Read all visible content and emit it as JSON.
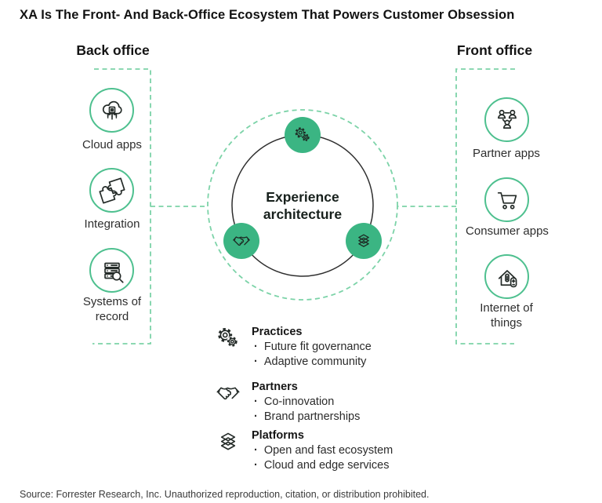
{
  "title": "XA Is The Front- And Back-Office Ecosystem That Powers Customer Obsession",
  "back_office": {
    "heading": "Back office",
    "items": [
      {
        "icon": "cloud-apps-icon",
        "label": "Cloud apps"
      },
      {
        "icon": "integration-icon",
        "label": "Integration"
      },
      {
        "icon": "systems-of-record-icon",
        "label": "Systems of record"
      }
    ]
  },
  "front_office": {
    "heading": "Front office",
    "items": [
      {
        "icon": "partner-apps-icon",
        "label": "Partner apps"
      },
      {
        "icon": "consumer-apps-icon",
        "label": "Consumer apps"
      },
      {
        "icon": "internet-of-things-icon",
        "label": "Internet of things"
      }
    ]
  },
  "hub": {
    "title_line1": "Experience",
    "title_line2": "architecture",
    "nodes": [
      {
        "icon": "gears-icon"
      },
      {
        "icon": "handshake-icon"
      },
      {
        "icon": "layers-icon"
      }
    ]
  },
  "legend": [
    {
      "icon": "gears-icon",
      "title": "Practices",
      "bullets": [
        "Future fit governance",
        "Adaptive community"
      ]
    },
    {
      "icon": "handshake-icon",
      "title": "Partners",
      "bullets": [
        "Co-innovation",
        "Brand partnerships"
      ]
    },
    {
      "icon": "layers-icon",
      "title": "Platforms",
      "bullets": [
        "Open and fast ecosystem",
        "Cloud and edge services"
      ]
    }
  ],
  "source": "Source: Forrester Research, Inc. Unauthorized reproduction, citation, or distribution prohibited.",
  "colors": {
    "node_green": "#3bb583",
    "ring_green": "#4ec08f",
    "dash_green": "#7cd3a8",
    "ink": "#242b28"
  }
}
